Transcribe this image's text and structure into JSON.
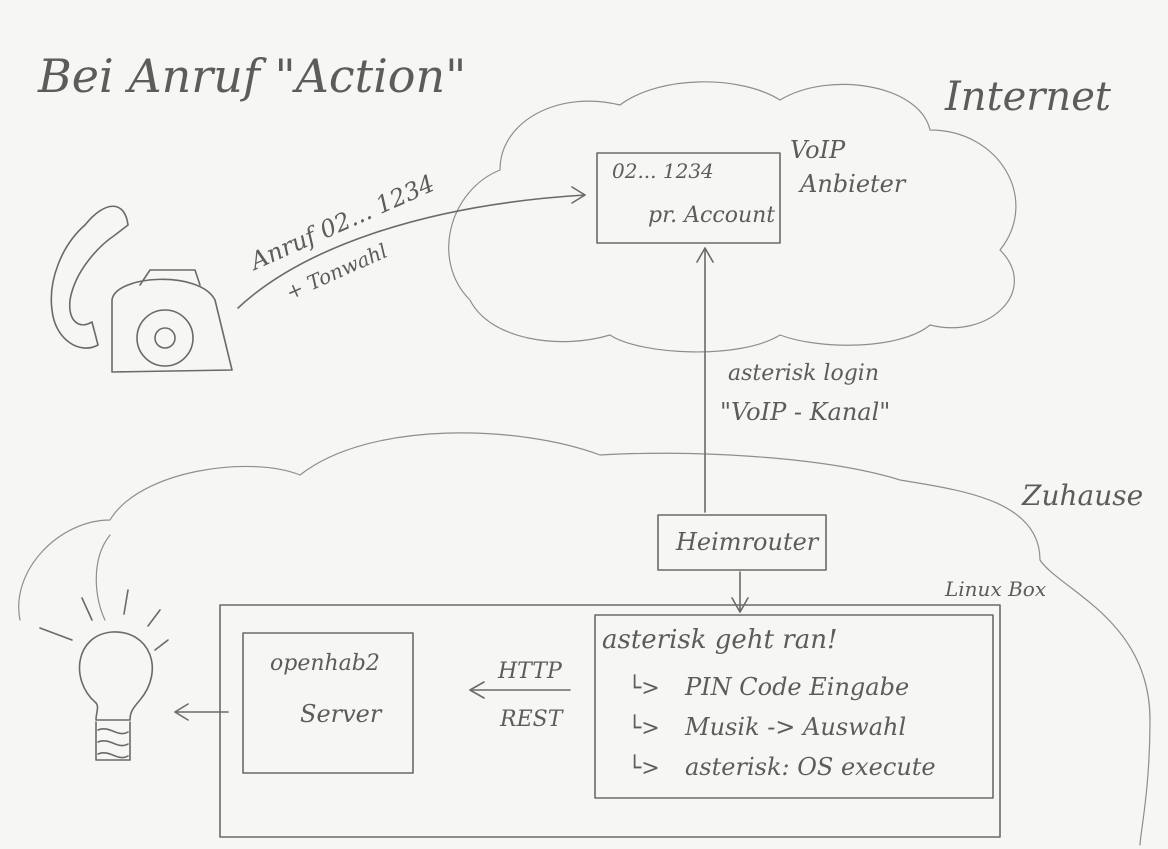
{
  "title": "Bei Anruf \"Action\"",
  "regions": {
    "internet": "Internet",
    "home": "Zuhause",
    "linux_box": "Linux Box"
  },
  "voip": {
    "provider": [
      "VoIP",
      "Anbieter"
    ],
    "number": "02... 1234",
    "account": "pr. Account"
  },
  "call_label": [
    "Anruf 02... 1234",
    "+ Tonwahl"
  ],
  "asterisk_login": [
    "asterisk login",
    "\"VoIP - Kanal\""
  ],
  "router": "Heimrouter",
  "openhab": [
    "openhab2",
    "Server"
  ],
  "protocol": [
    "HTTP",
    "REST"
  ],
  "asterisk_box": {
    "title": "asterisk geht ran!",
    "steps": [
      "PIN Code Eingabe",
      "Musik -> Auswahl",
      "asterisk: OS execute"
    ],
    "arrow": "└>"
  }
}
